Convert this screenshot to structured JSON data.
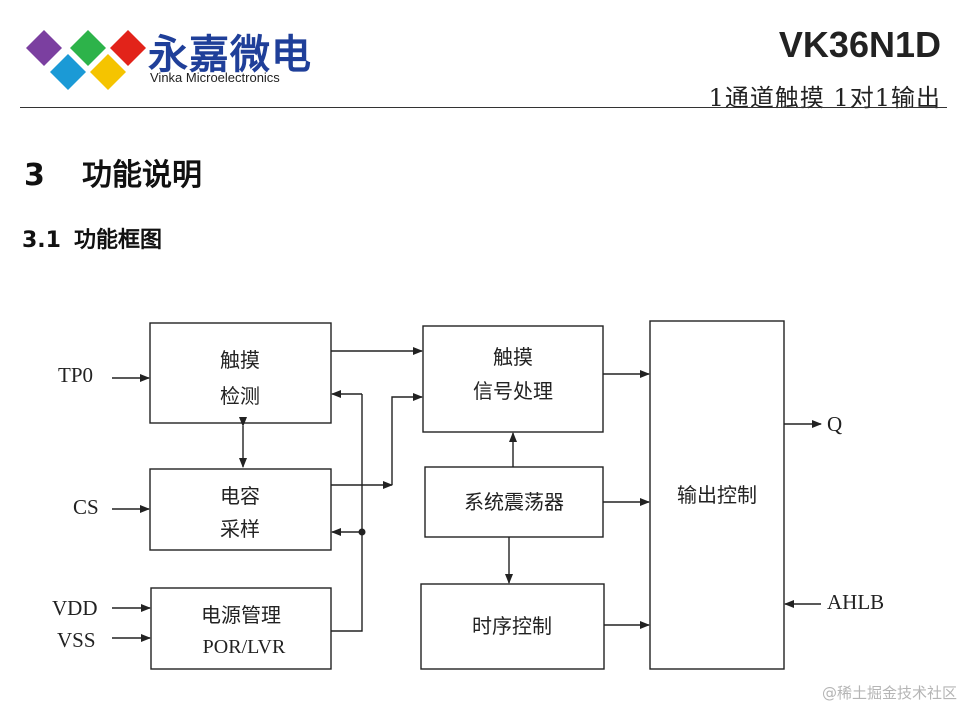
{
  "header": {
    "logo_cn": "永嘉微电",
    "logo_en": "Vinka Microelectronics",
    "part_number": "VK36N1D",
    "subtitle": "1通道触摸 1对1输出"
  },
  "section": {
    "number": "3",
    "title": "功能说明"
  },
  "subsection": {
    "number": "3.1",
    "title": "功能框图"
  },
  "diagram": {
    "blocks": {
      "touch_detect": [
        "触摸",
        "检测"
      ],
      "cap_sample": [
        "电容",
        "采样"
      ],
      "power_mgmt": [
        "电源管理",
        "POR/LVR"
      ],
      "touch_signal": [
        "触摸",
        "信号处理"
      ],
      "oscillator": [
        "系统震荡器"
      ],
      "timing_ctrl": [
        "时序控制"
      ],
      "output_ctrl": [
        "输出控制"
      ]
    },
    "signals": {
      "tp0": "TP0",
      "cs": "CS",
      "vdd": "VDD",
      "vss": "VSS",
      "q": "Q",
      "ahlb": "AHLB"
    }
  },
  "watermark": "@稀土掘金技术社区",
  "colors": {
    "logo_text": "#1f3f99",
    "diamond_purple": "#7b3fa0",
    "diamond_blue": "#1b9ad6",
    "diamond_green": "#2db34a",
    "diamond_red": "#e2231a",
    "diamond_yellow": "#f5c400"
  }
}
